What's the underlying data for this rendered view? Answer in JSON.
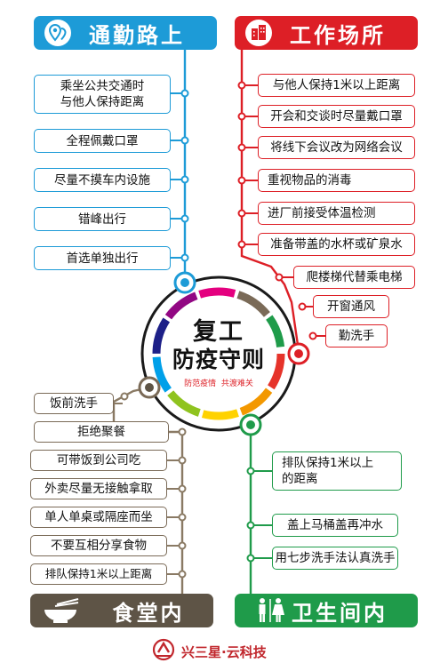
{
  "commute": {
    "title": "通勤路上",
    "items": [
      "乘坐公共交通时\n与他人保持距离",
      "全程佩戴口罩",
      "尽量不摸车内设施",
      "错峰出行",
      "首选单独出行"
    ]
  },
  "workplace": {
    "title": "工作场所",
    "items": [
      "与他人保持1米以上距离",
      "开会和交谈时尽量戴口罩",
      "将线下会议改为网络会议",
      "重视物品的消毒",
      "进厂前接受体温检测",
      "准备带盖的水杯或矿泉水",
      "爬楼梯代替乘电梯",
      "开窗通风",
      "勤洗手"
    ]
  },
  "canteen": {
    "title": "食堂内",
    "items": [
      "饭前洗手",
      "拒绝聚餐",
      "可带饭到公司吃",
      "外卖尽量无接触拿取",
      "单人单桌或隔座而坐",
      "不要互相分享食物",
      "排队保持1米以上距离"
    ]
  },
  "restroom": {
    "title": "卫生间内",
    "items": [
      "排队保持1米以上\n的距离",
      "盖上马桶盖再冲水",
      "用七步洗手法认真洗手"
    ]
  },
  "center": {
    "title_line1": "复工",
    "title_line2": "防疫守则",
    "subtitle": "防范疫情  共渡难关"
  },
  "footer": {
    "brand": "兴三星·云科技"
  },
  "colors": {
    "blue": "#1d9bd7",
    "red": "#dd1f26",
    "brown": "#5e5446",
    "green": "#1f9b4a"
  },
  "icons": {
    "commute": "location-pin-icon",
    "workplace": "office-building-icon",
    "canteen": "rice-bowl-icon",
    "restroom": "restroom-people-icon",
    "footer": "company-logo-icon"
  }
}
